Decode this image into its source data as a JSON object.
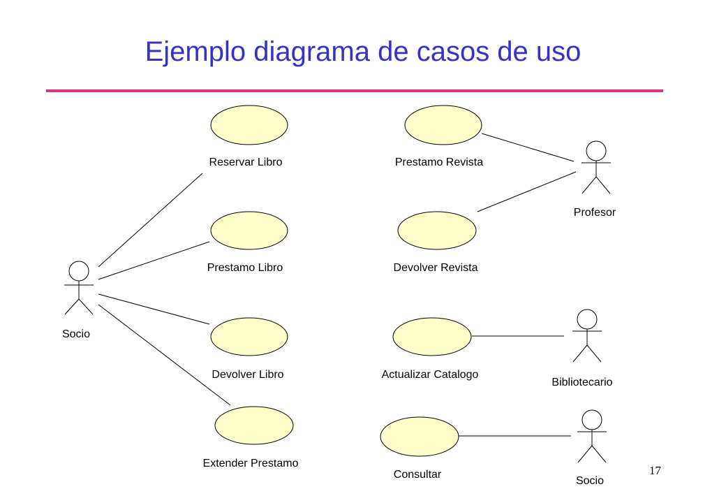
{
  "slide": {
    "title": "Ejemplo diagrama de casos de uso",
    "page_number": "17",
    "colors": {
      "title": "#3333cc",
      "rule": "#e0327f",
      "use_case_fill": "#ffffcc"
    }
  },
  "actors": {
    "socio_left": "Socio",
    "profesor": "Profesor",
    "bibliotecario": "Bibliotecario",
    "socio_right": "Socio"
  },
  "use_cases": {
    "reservar_libro": "Reservar Libro",
    "prestamo_libro": "Prestamo Libro",
    "devolver_libro": "Devolver Libro",
    "extender_prestamo": "Extender Prestamo",
    "prestamo_revista": "Prestamo Revista",
    "devolver_revista": "Devolver Revista",
    "actualizar_catalogo": "Actualizar Catalogo",
    "consultar": "Consultar"
  }
}
